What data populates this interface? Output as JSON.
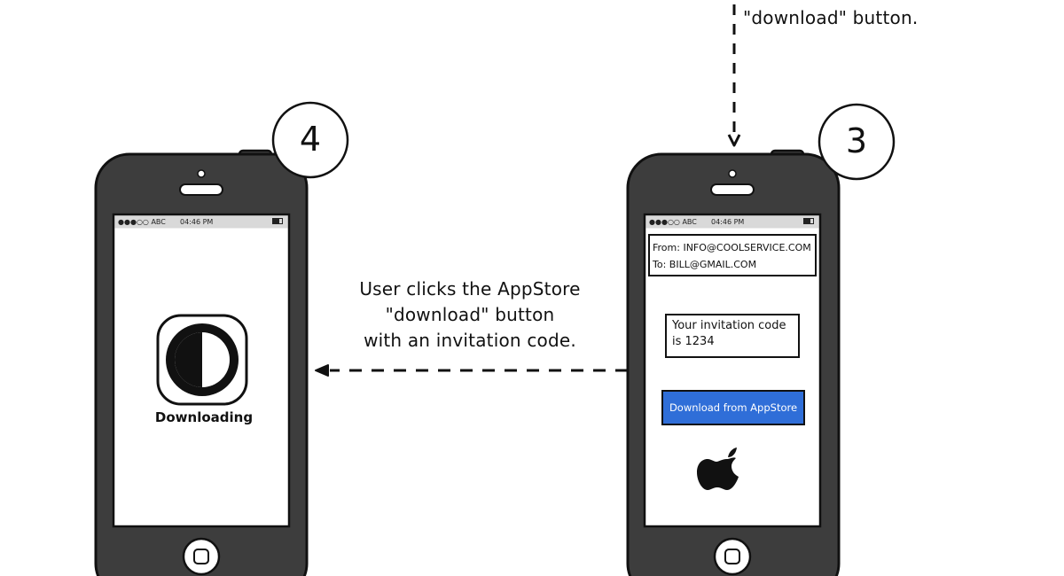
{
  "top_caption": {
    "line1": "\"download\" button."
  },
  "mid_caption": {
    "line1": "User clicks the AppStore",
    "line2": "\"download\" button",
    "line3": "with an invitation code."
  },
  "phone_left": {
    "step": "4",
    "status": {
      "carrier": "●●●○○ ABC",
      "time": "04:46 PM"
    },
    "app_icon": "half-moon-app-icon",
    "label": "Downloading"
  },
  "phone_right": {
    "step": "3",
    "status": {
      "carrier": "●●●○○ ABC",
      "time": "04:46 PM"
    },
    "email": {
      "from": "From: INFO@COOLSERVICE.COM",
      "to": "To: BILL@GMAIL.COM"
    },
    "invitation": "Your invitation code is 1234",
    "download_button": "Download from AppStore",
    "icon": "apple-logo-icon"
  },
  "colors": {
    "phone_body": "#3d3d3d",
    "button_blue": "#2f6ed8",
    "status_bar": "#d9d9d9"
  }
}
